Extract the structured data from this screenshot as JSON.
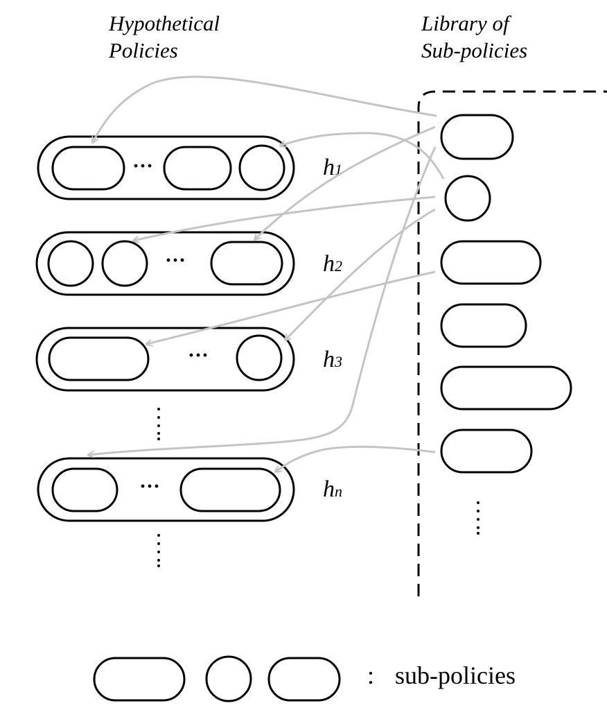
{
  "headers": {
    "hypothetical_line1": "Hypothetical",
    "hypothetical_line2": "Policies",
    "library_line1": "Library of",
    "library_line2": "Sub-policies"
  },
  "hypotheses": [
    {
      "base": "h",
      "sub": "1"
    },
    {
      "base": "h",
      "sub": "2"
    },
    {
      "base": "h",
      "sub": "3"
    },
    {
      "base": "h",
      "sub": "n"
    }
  ],
  "ellipsis_inline": "···",
  "legend": {
    "colon": ":",
    "text": "sub-policies"
  },
  "colors": {
    "outline": "#000000",
    "arrow": "#c4c4c4",
    "background": "#ffffff"
  }
}
